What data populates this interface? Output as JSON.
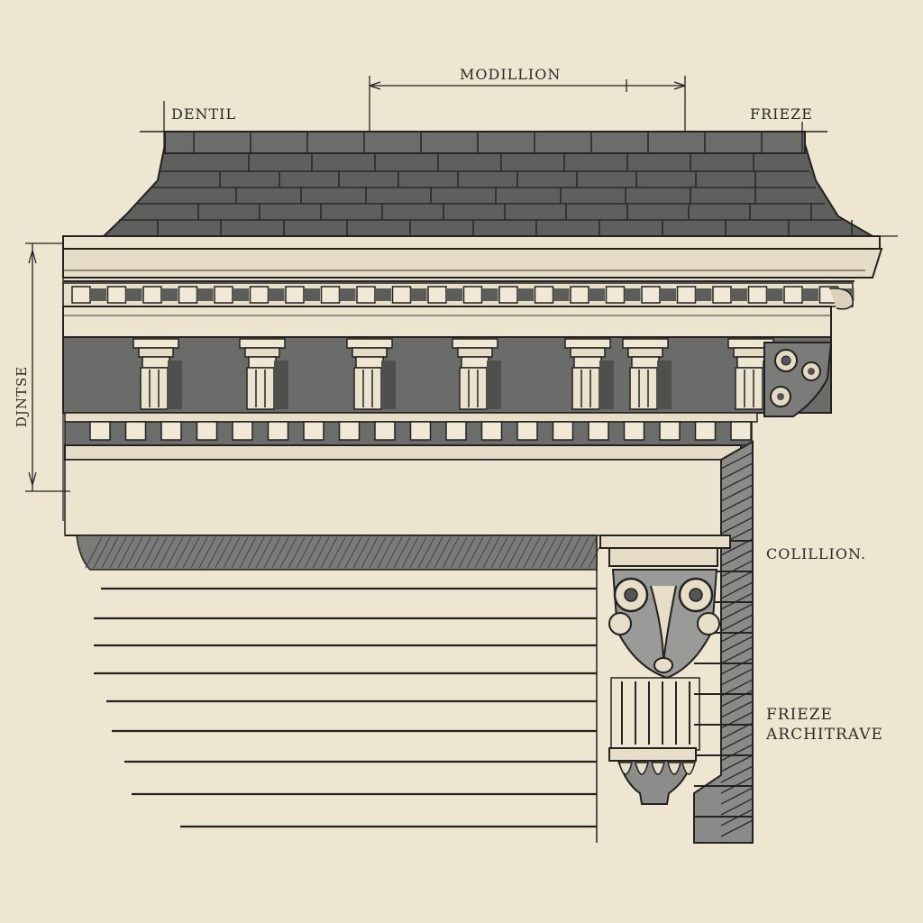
{
  "labels": {
    "modillion": "MODILLION",
    "dentil": "DENTIL",
    "frieze_top": "FRIEZE",
    "djntse": "DJNTSE",
    "colillion": "COLILLION.",
    "frieze": "FRIEZE",
    "architrave": "ARCHITRAVE"
  },
  "colors": {
    "paper": "#efe6d2",
    "ink": "#2a2a28",
    "roof": "#5e5e5c",
    "shadow": "#6a6a68"
  }
}
